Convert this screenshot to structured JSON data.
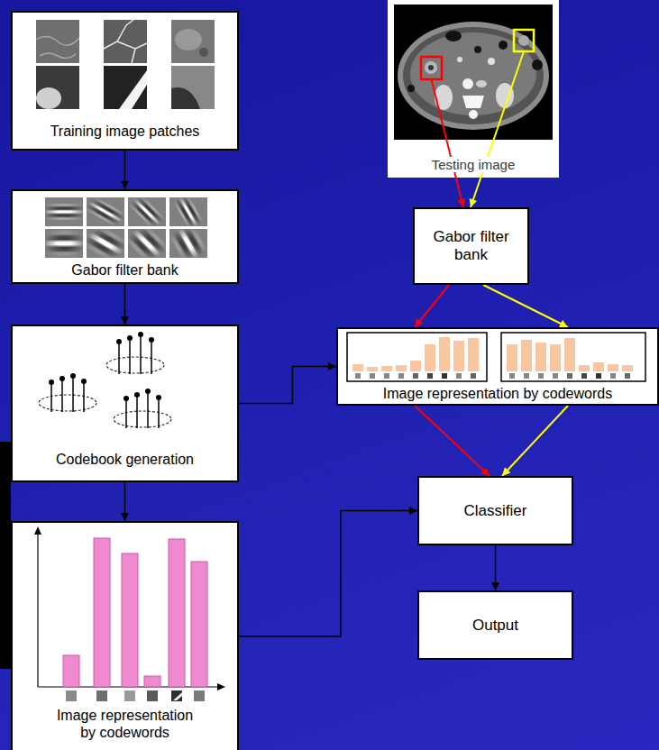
{
  "diagram": {
    "nodes": [
      {
        "text": [
          "Training image patches"
        ]
      },
      {
        "text": [
          "Gabor filter bank"
        ]
      },
      {
        "text": [
          "Codebook generation"
        ]
      },
      {
        "text": [
          "Image representation by codewords"
        ]
      },
      {
        "text": [
          "Testing image"
        ]
      },
      {
        "text": [
          "Gabor filter bank"
        ]
      },
      {
        "text": [
          "Image representation by codewords"
        ]
      },
      {
        "text": [
          "Classifier"
        ]
      },
      {
        "text": [
          "Output"
        ]
      }
    ],
    "edges": [
      {
        "from": 0,
        "to": 1,
        "arrow": "to"
      },
      {
        "from": 1,
        "to": 2,
        "arrow": "to"
      },
      {
        "from": 2,
        "to": 3,
        "arrow": "to"
      },
      {
        "from": 2,
        "to": 6,
        "arrow": "to"
      },
      {
        "from": 3,
        "to": 7,
        "arrow": "to"
      },
      {
        "from": 4,
        "to": 5,
        "arrow": "to"
      },
      {
        "from": 4,
        "to": 5,
        "arrow": "to"
      },
      {
        "from": 5,
        "to": 6,
        "arrow": "to"
      },
      {
        "from": 5,
        "to": 6,
        "arrow": "to"
      },
      {
        "from": 6,
        "to": 7,
        "arrow": "to"
      },
      {
        "from": 6,
        "to": 7,
        "arrow": "to"
      },
      {
        "from": 7,
        "to": 8,
        "arrow": "to"
      }
    ]
  }
}
